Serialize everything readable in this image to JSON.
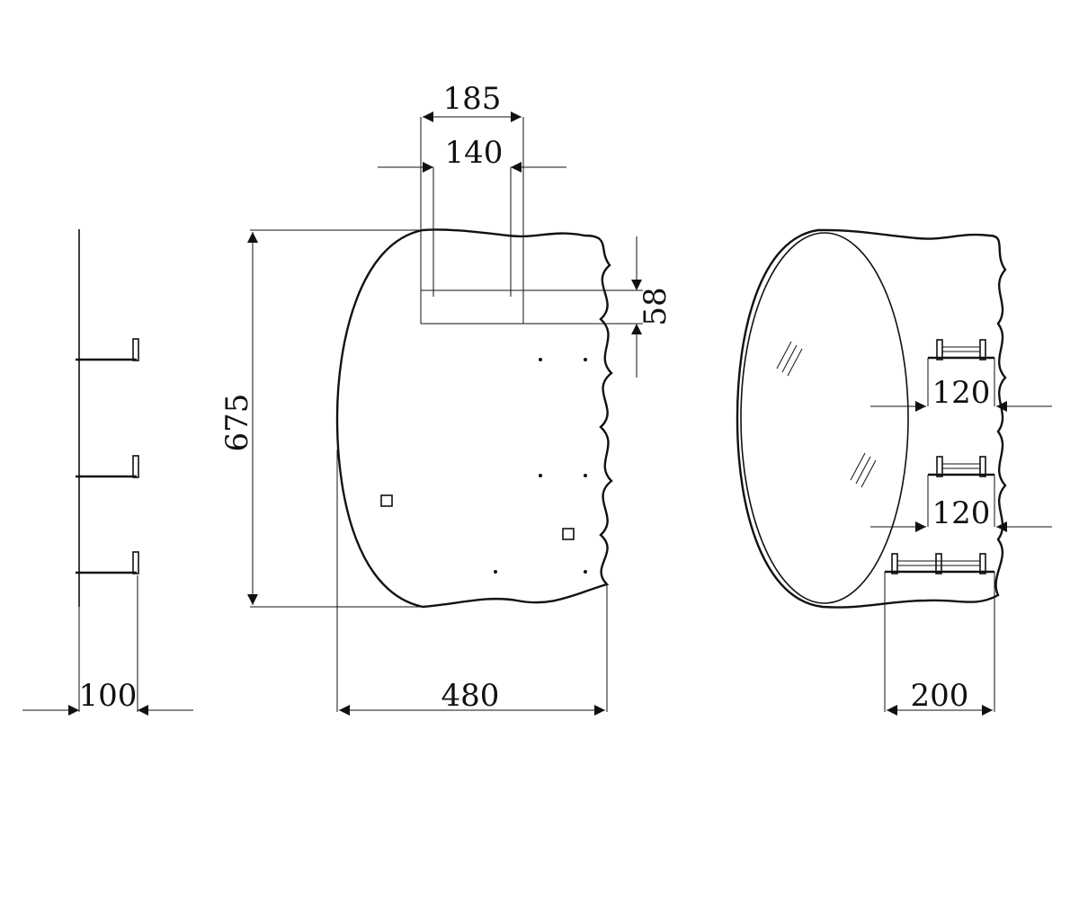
{
  "colors": {
    "line": "#111111",
    "background": "#ffffff"
  },
  "dimensions": {
    "mount_width_outer": "185",
    "mount_width_inner": "140",
    "mount_height": "58",
    "total_height": "675",
    "total_width": "480",
    "side_depth": "100",
    "shelf_spacing_upper": "120",
    "shelf_spacing_lower": "120",
    "shelf_width": "200"
  }
}
